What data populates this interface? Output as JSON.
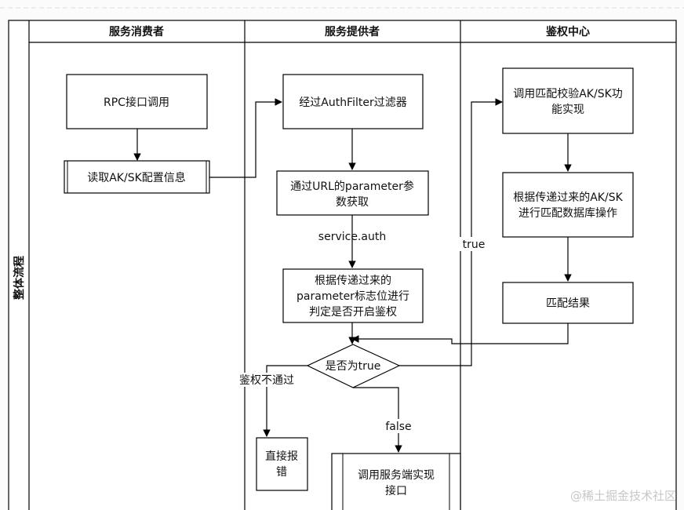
{
  "pool": {
    "label": "整体流程"
  },
  "lanes": [
    {
      "label": "服务消费者"
    },
    {
      "label": "服务提供者"
    },
    {
      "label": "鉴权中心"
    }
  ],
  "nodes": {
    "rpc_call": {
      "lines": [
        "RPC接口调用"
      ]
    },
    "read_aksk": {
      "lines": [
        "读取AK/SK配置信息"
      ]
    },
    "auth_filter": {
      "lines": [
        "经过AuthFilter过滤器"
      ]
    },
    "url_param": {
      "lines": [
        "通过URL的parameter参",
        "数获取"
      ]
    },
    "judge_flag": {
      "lines": [
        "根据传递过来的",
        "parameter标志位进行",
        "判定是否开启鉴权"
      ]
    },
    "is_true": {
      "lines": [
        "是否为true"
      ]
    },
    "direct_error": {
      "lines": [
        "直接报",
        "错"
      ]
    },
    "call_impl": {
      "lines": [
        "调用服务端实现",
        "接口"
      ]
    },
    "match_aksk": {
      "lines": [
        "调用匹配校验AK/SK功",
        "能实现"
      ]
    },
    "db_match": {
      "lines": [
        "根据传递过来的AK/SK",
        "进行匹配数据库操作"
      ]
    },
    "match_result": {
      "lines": [
        "匹配结果"
      ]
    }
  },
  "edge_labels": {
    "service_auth": "service.auth",
    "true_label": "true",
    "auth_fail": "鉴权不通过",
    "false_label": "false"
  },
  "watermark": "@稀土掘金技术社区"
}
